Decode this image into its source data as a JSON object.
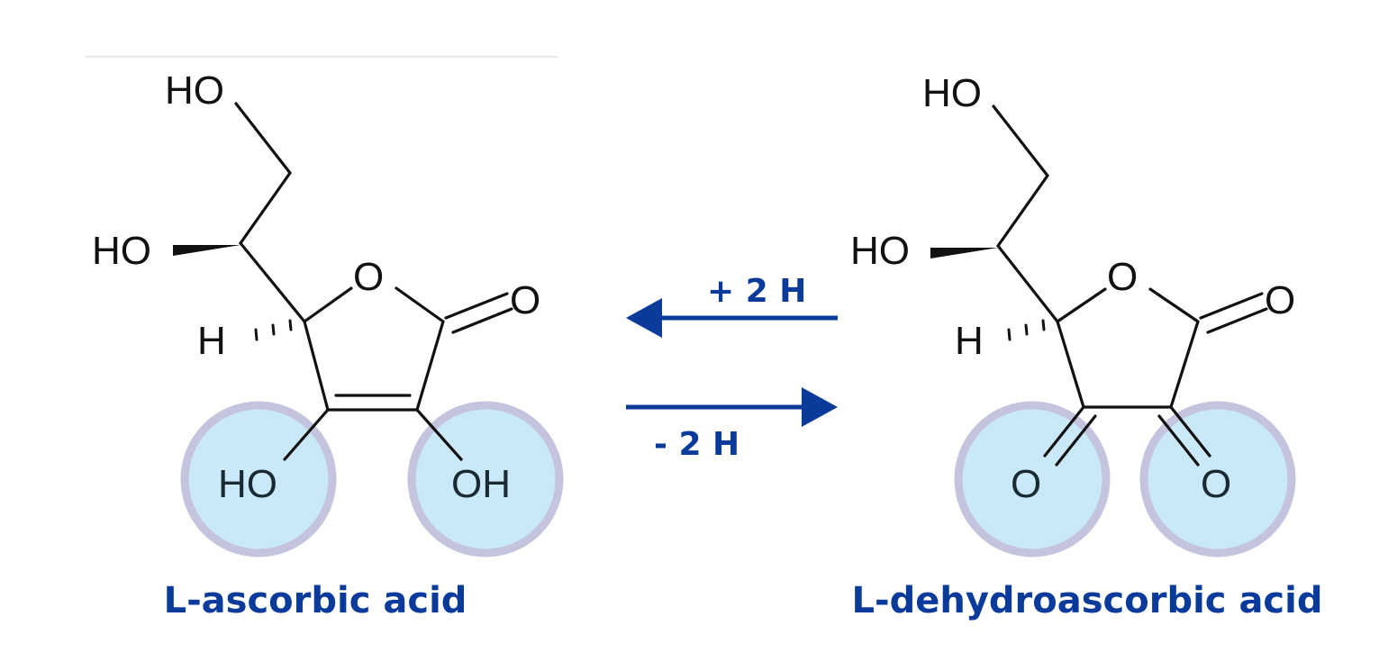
{
  "colors": {
    "accent": "#0a3a9a",
    "highlight_fill": "#c9e8f8",
    "highlight_ring": "#c4c4de",
    "bond": "#111111"
  },
  "reaction": {
    "reverse_label": "+ 2 H",
    "forward_label": "- 2 H"
  },
  "molecules": {
    "left": {
      "name": "L-ascorbic acid",
      "atoms": {
        "top_hydroxyl": "HO",
        "side_hydroxyl": "HO",
        "hydrogen": "H",
        "ring_oxygen": "O",
        "carbonyl_oxygen": "O",
        "highlight_left": "HO",
        "highlight_right": "OH"
      }
    },
    "right": {
      "name": "L-dehydroascorbic acid",
      "atoms": {
        "top_hydroxyl": "HO",
        "side_hydroxyl": "HO",
        "hydrogen": "H",
        "ring_oxygen": "O",
        "carbonyl_oxygen": "O",
        "highlight_left": "O",
        "highlight_right": "O"
      }
    }
  }
}
